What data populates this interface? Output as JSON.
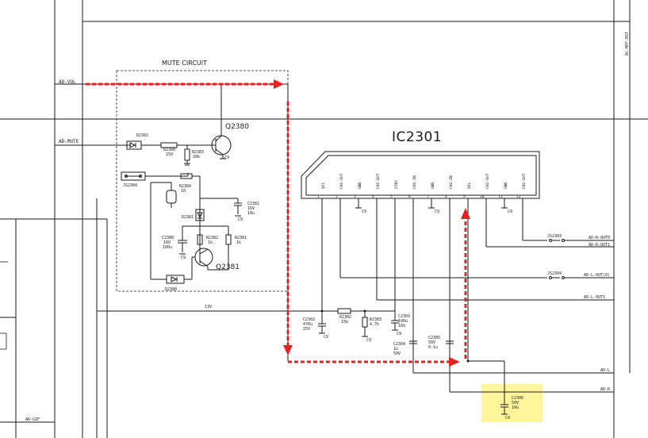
{
  "labels": {
    "mute_circuit_title": "MUTE CIRCUIT",
    "ic_title": "IC2301",
    "ad_vol": "AD-VOL",
    "ad_mute": "AD-MUTE",
    "ad_gif": "AD-GIF",
    "ad_mpf_rst": "AC-MPF-RST",
    "supply_13v": "13V",
    "ad_r_out0": "AD-R-OUT0",
    "ad_r_out1": "AD-R-OUT1",
    "ad_l_out0": "AD-L-OUT(0)",
    "ad_l_out1": "AD-L-OUT1",
    "ad_l": "AD-L",
    "ad_r": "AD-R"
  },
  "components": {
    "q2380": {
      "ref": "Q2380"
    },
    "q2381": {
      "ref": "Q2381"
    },
    "d2382": {
      "ref": "D2382"
    },
    "d2381": {
      "ref": "D2381"
    },
    "d2380": {
      "ref": "D2380"
    },
    "r2380": {
      "ref": "R2380",
      "value": "150"
    },
    "r2383": {
      "ref": "R2383",
      "value": "10k"
    },
    "r2384": {
      "ref": "R2384",
      "value": "10"
    },
    "r2382": {
      "ref": "R2382",
      "value": "1k"
    },
    "r2381": {
      "ref": "R2381",
      "value": "1k"
    },
    "c2381": {
      "ref": "C2381",
      "value1": "16V",
      "value2": "10u"
    },
    "c2380": {
      "ref": "C2380",
      "value1": "16V",
      "value2": "100u"
    },
    "js2384": {
      "ref": "JS2384"
    },
    "c2302": {
      "ref": "C2302",
      "value1": "470u",
      "value2": "25V"
    },
    "r2302": {
      "ref": "R2302",
      "value": "15k"
    },
    "r2303": {
      "ref": "R2303",
      "value": "4.7k"
    },
    "c2303": {
      "ref": "C2303",
      "value1": "100u",
      "value2": "16V"
    },
    "c2304": {
      "ref": "C2304",
      "value1": "1u",
      "value2": "50V"
    },
    "c2305": {
      "ref": "C2305",
      "value1": "50V",
      "value2": "0.1u"
    },
    "c2306": {
      "ref": "C2306",
      "value1": "50V",
      "value2": "10u"
    },
    "js2303": {
      "ref": "JS2303"
    },
    "js2304": {
      "ref": "JS2304"
    },
    "ground": "C9"
  },
  "ic_pins": [
    {
      "num": "1",
      "name": "VCC"
    },
    {
      "num": "2",
      "name": "CH1-OUT"
    },
    {
      "num": "3",
      "name": "GND"
    },
    {
      "num": "4",
      "name": "CH1-OUT"
    },
    {
      "num": "5",
      "name": "STBY"
    },
    {
      "num": "6",
      "name": "CH1-IN"
    },
    {
      "num": "7",
      "name": "GND"
    },
    {
      "num": "8",
      "name": "CH2-IN"
    },
    {
      "num": "9",
      "name": "VOL"
    },
    {
      "num": "10",
      "name": "CH2-OUT"
    },
    {
      "num": "11",
      "name": "GND"
    },
    {
      "num": "12",
      "name": "CH2-OUT"
    }
  ],
  "colors": {
    "signal_path": "#e8201f",
    "highlight": "#fff59a",
    "line": "#1a1a1a"
  }
}
